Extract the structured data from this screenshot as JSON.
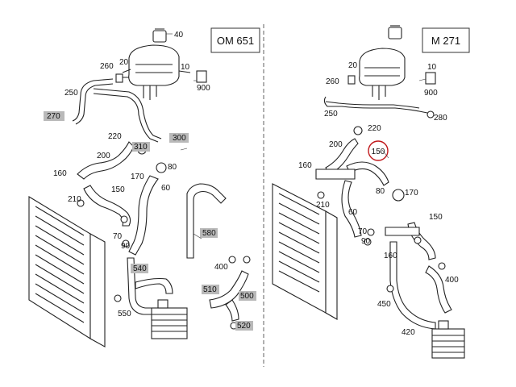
{
  "panels": [
    {
      "model": "OM 651",
      "labels": [
        {
          "text": "40",
          "boxed": false
        },
        {
          "text": "20",
          "boxed": false
        },
        {
          "text": "260",
          "boxed": false
        },
        {
          "text": "10",
          "boxed": false
        },
        {
          "text": "900",
          "boxed": false
        },
        {
          "text": "250",
          "boxed": false
        },
        {
          "text": "270",
          "boxed": true
        },
        {
          "text": "220",
          "boxed": false
        },
        {
          "text": "300",
          "boxed": true
        },
        {
          "text": "310",
          "boxed": true
        },
        {
          "text": "200",
          "boxed": false
        },
        {
          "text": "80",
          "boxed": false
        },
        {
          "text": "160",
          "boxed": false
        },
        {
          "text": "170",
          "boxed": false
        },
        {
          "text": "60",
          "boxed": false
        },
        {
          "text": "150",
          "boxed": false
        },
        {
          "text": "210",
          "boxed": false
        },
        {
          "text": "580",
          "boxed": true
        },
        {
          "text": "70",
          "boxed": false
        },
        {
          "text": "90",
          "boxed": false
        },
        {
          "text": "400",
          "boxed": false
        },
        {
          "text": "540",
          "boxed": true
        },
        {
          "text": "510",
          "boxed": true
        },
        {
          "text": "500",
          "boxed": true
        },
        {
          "text": "550",
          "boxed": false
        },
        {
          "text": "520",
          "boxed": true
        }
      ]
    },
    {
      "model": "M 271",
      "labels": [
        {
          "text": "20",
          "boxed": false
        },
        {
          "text": "260",
          "boxed": false
        },
        {
          "text": "10",
          "boxed": false
        },
        {
          "text": "900",
          "boxed": false
        },
        {
          "text": "250",
          "boxed": false
        },
        {
          "text": "280",
          "boxed": false
        },
        {
          "text": "220",
          "boxed": false
        },
        {
          "text": "200",
          "boxed": false
        },
        {
          "text": "150",
          "boxed": false,
          "highlighted": true
        },
        {
          "text": "160",
          "boxed": false
        },
        {
          "text": "80",
          "boxed": false
        },
        {
          "text": "170",
          "boxed": false
        },
        {
          "text": "210",
          "boxed": false
        },
        {
          "text": "60",
          "boxed": false
        },
        {
          "text": "150",
          "boxed": false
        },
        {
          "text": "70",
          "boxed": false
        },
        {
          "text": "90",
          "boxed": false
        },
        {
          "text": "160",
          "boxed": false
        },
        {
          "text": "400",
          "boxed": false
        },
        {
          "text": "450",
          "boxed": false
        },
        {
          "text": "420",
          "boxed": false
        }
      ]
    }
  ],
  "colors": {
    "highlight": "#c0181b",
    "tag_fill": "#b9b9b9",
    "divider": "#b0b0b0"
  }
}
